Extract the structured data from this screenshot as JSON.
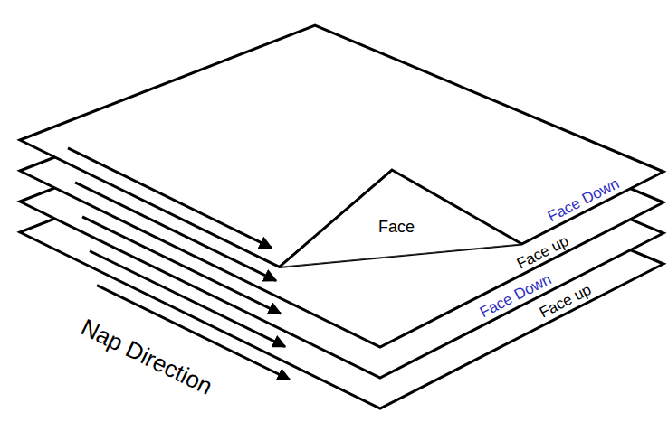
{
  "diagram": {
    "nodes": [
      {
        "text": [
          "Face"
        ]
      }
    ],
    "labels": [
      "Face Down",
      "Face up",
      "Face Down",
      "Face up",
      "Nap Direction"
    ]
  }
}
